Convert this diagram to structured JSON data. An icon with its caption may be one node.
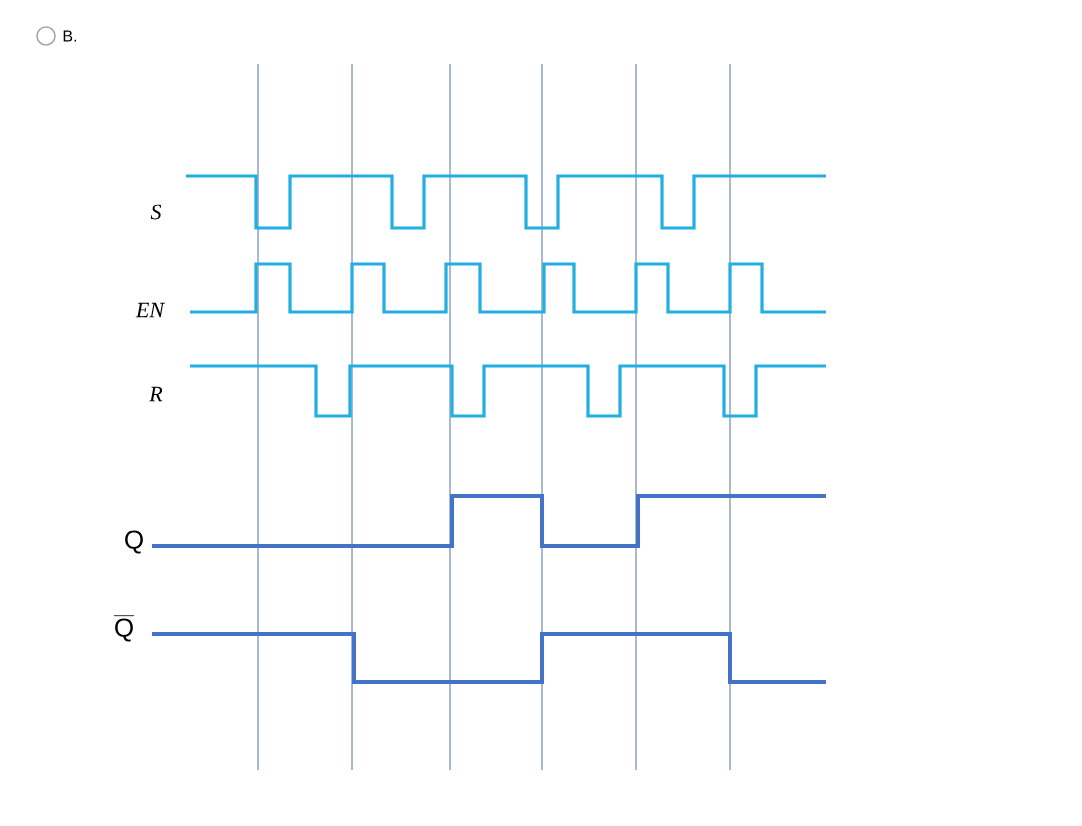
{
  "diagram": {
    "labels": [
      "B.",
      "S",
      "EN",
      "R",
      "Q",
      "\\overline{\\mathrm{Q}}"
    ]
  }
}
